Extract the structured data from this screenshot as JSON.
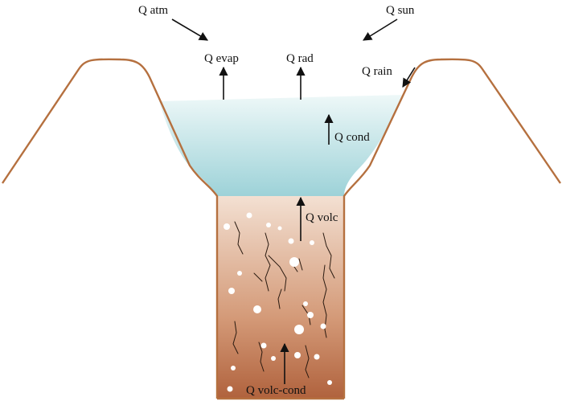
{
  "diagram": {
    "labels": {
      "q_atm": "Q atm",
      "q_sun": "Q sun",
      "q_evap": "Q evap",
      "q_rad": "Q rad",
      "q_rain": "Q rain",
      "q_cond": "Q cond",
      "q_volc": "Q volc",
      "q_volc_cond": "Q volc-cond"
    },
    "colors": {
      "rim": "#b5703f",
      "water_top": "#e9f5f6",
      "water_bottom": "#9fd3d9",
      "conduit_top": "#f1dccd",
      "conduit_bottom": "#b56a45",
      "bubble": "#ffffff",
      "arrow": "#111111"
    }
  }
}
